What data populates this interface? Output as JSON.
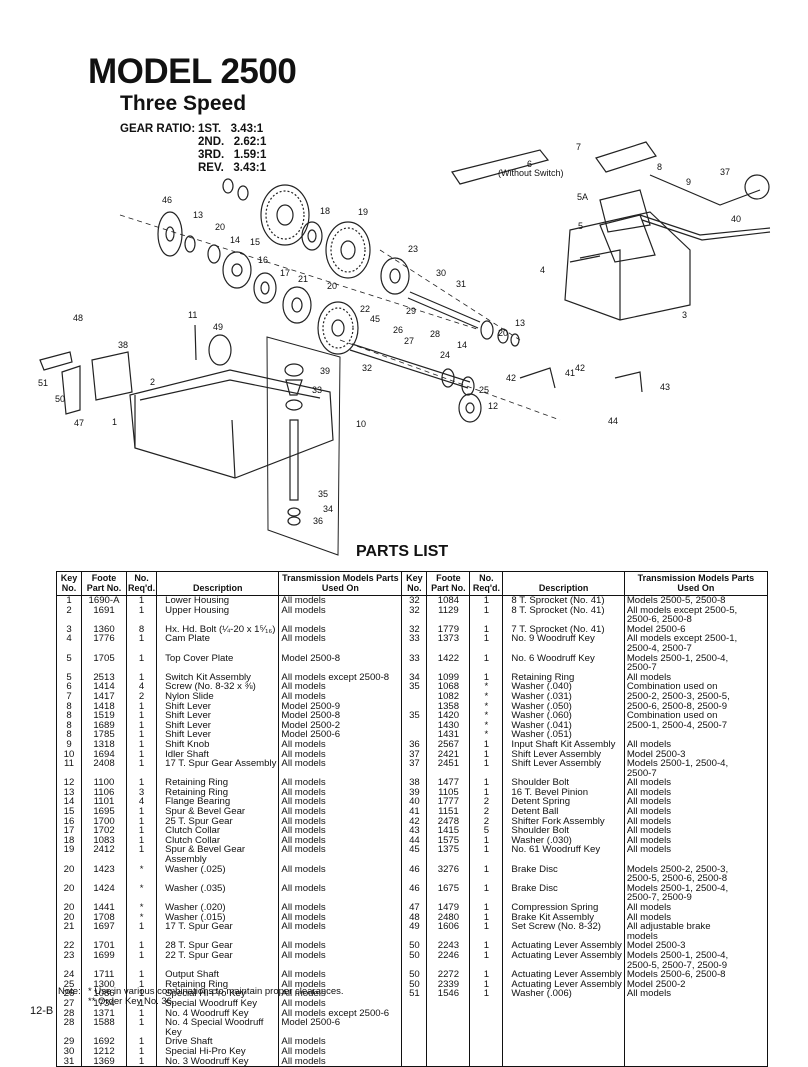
{
  "header": {
    "title": "MODEL 2500",
    "subtitle": "Three Speed",
    "gear_ratio_label": "GEAR RATIO:",
    "ratios": [
      "1ST.   3.43:1",
      "2ND.   2.62:1",
      "3RD.   1.59:1",
      "REV.   3.43:1"
    ]
  },
  "diagram": {
    "switch_note": "(Without Switch)",
    "callouts": [
      "46",
      "13",
      "20",
      "14",
      "15",
      "18",
      "19",
      "16",
      "17",
      "21",
      "20",
      "22",
      "23",
      "30",
      "31",
      "45",
      "26",
      "27",
      "28",
      "29",
      "13",
      "20",
      "14",
      "24",
      "32",
      "25",
      "12",
      "39",
      "33",
      "35",
      "34",
      "36",
      "10",
      "11",
      "49",
      "48",
      "38",
      "51",
      "50",
      "47",
      "1",
      "2",
      "3",
      "4",
      "5",
      "5A",
      "6",
      "7",
      "8",
      "9",
      "37",
      "40",
      "41",
      "42",
      "42",
      "43",
      "44"
    ]
  },
  "parts_list": {
    "title": "PARTS LIST",
    "columns": [
      "Key No.",
      "Foote Part No.",
      "No. Req'd.",
      "Description",
      "Transmission Models Parts Used On"
    ],
    "left": [
      [
        "1",
        "1690-A",
        "1",
        "Lower Housing",
        "All models"
      ],
      [
        "2",
        "1691",
        "1",
        "Upper Housing",
        "All models"
      ],
      [
        "3",
        "1360",
        "8",
        "Hx. Hd. Bolt (¼-20 x 1⁵⁄₁₆)",
        "All models"
      ],
      [
        "4",
        "1776",
        "1",
        "Cam Plate",
        "All models"
      ],
      [
        "5",
        "1705",
        "1",
        "Top Cover Plate",
        "Model 2500-8"
      ],
      [
        "5",
        "2513",
        "1",
        "Switch Kit Assembly",
        "All models except 2500-8"
      ],
      [
        "6",
        "1414",
        "4",
        "Screw (No. 8-32 x ⅜)",
        "All models"
      ],
      [
        "7",
        "1417",
        "2",
        "Nylon Slide",
        "All models"
      ],
      [
        "8",
        "1418",
        "1",
        "Shift Lever",
        "Model 2500-9"
      ],
      [
        "8",
        "1519",
        "1",
        "Shift Lever",
        "Model 2500-8"
      ],
      [
        "8",
        "1689",
        "1",
        "Shift Lever",
        "Model 2500-2"
      ],
      [
        "8",
        "1785",
        "1",
        "Shift Lever",
        "Model 2500-6"
      ],
      [
        "9",
        "1318",
        "1",
        "Shift Knob",
        "All models"
      ],
      [
        "10",
        "1694",
        "1",
        "Idler Shaft",
        "All models"
      ],
      [
        "11",
        "2408",
        "1",
        "17 T. Spur Gear Assembly",
        "All models"
      ],
      [
        "12",
        "1100",
        "1",
        "Retaining Ring",
        "All models"
      ],
      [
        "13",
        "1106",
        "3",
        "Retaining Ring",
        "All models"
      ],
      [
        "14",
        "1101",
        "4",
        "Flange Bearing",
        "All models"
      ],
      [
        "15",
        "1695",
        "1",
        "Spur & Bevel Gear",
        "All models"
      ],
      [
        "16",
        "1700",
        "1",
        "25 T. Spur Gear",
        "All models"
      ],
      [
        "17",
        "1702",
        "1",
        "Clutch Collar",
        "All models"
      ],
      [
        "18",
        "1083",
        "1",
        "Clutch Collar",
        "All models"
      ],
      [
        "19",
        "2412",
        "1",
        "Spur & Bevel Gear\nAssembly",
        "All models"
      ],
      [
        "20",
        "1423",
        "*",
        "Washer (.025)",
        "All models"
      ],
      [
        "20",
        "1424",
        "*",
        "Washer (.035)",
        "All models"
      ],
      [
        "20",
        "1441",
        "*",
        "Washer (.020)",
        "All models"
      ],
      [
        "20",
        "1708",
        "*",
        "Washer (.015)",
        "All models"
      ],
      [
        "21",
        "1697",
        "1",
        "17 T. Spur Gear",
        "All models"
      ],
      [
        "22",
        "1701",
        "1",
        "28 T. Spur Gear",
        "All models"
      ],
      [
        "23",
        "1699",
        "1",
        "22 T. Spur Gear",
        "All models"
      ],
      [
        "24",
        "1711",
        "1",
        "Output Shaft",
        "All models"
      ],
      [
        "25",
        "1300",
        "1",
        "Retaining Ring",
        "All models"
      ],
      [
        "26",
        "1086",
        "1",
        "Special Hi-Pro Key",
        "All models"
      ],
      [
        "27",
        "1734",
        "1",
        "Special Woodruff Key",
        "All models"
      ],
      [
        "28",
        "1371",
        "1",
        "No. 4 Woodruff Key",
        "All models except 2500-6"
      ],
      [
        "28",
        "1588",
        "1",
        "No. 4 Special Woodruff\nKey",
        "Model 2500-6"
      ],
      [
        "29",
        "1692",
        "1",
        "Drive Shaft",
        "All models"
      ],
      [
        "30",
        "1212",
        "1",
        "Special Hi-Pro Key",
        "All models"
      ],
      [
        "31",
        "1369",
        "1",
        "No. 3 Woodruff Key",
        "All models"
      ]
    ],
    "right": [
      [
        "32",
        "1084",
        "1",
        "8 T. Sprocket (No. 41)",
        "Models 2500-5, 2500-8"
      ],
      [
        "32",
        "1129",
        "1",
        "8 T. Sprocket (No. 41)",
        "All models except 2500-5,\n2500-6, 2500-8"
      ],
      [
        "32",
        "1779",
        "1",
        "7 T. Sprocket (No. 41)",
        "Model 2500-6"
      ],
      [
        "33",
        "1373",
        "1",
        "No. 9 Woodruff Key",
        "All models except 2500-1,\n2500-4, 2500-7"
      ],
      [
        "33",
        "1422",
        "1",
        "No. 6 Woodruff Key",
        "Models 2500-1, 2500-4,\n2500-7"
      ],
      [
        "34",
        "1099",
        "1",
        "Retaining Ring",
        "All models"
      ],
      [
        "35",
        "1068",
        "*",
        "Washer (.040)",
        "Combination used on"
      ],
      [
        "",
        "1082",
        "*",
        "Washer (.031)",
        "2500-2, 2500-3, 2500-5,"
      ],
      [
        "",
        "1358",
        "*",
        "Washer (.050)",
        "2500-6, 2500-8, 2500-9"
      ],
      [
        "35",
        "1420",
        "*",
        "Washer (.060)",
        "Combination used on"
      ],
      [
        "",
        "1430",
        "*",
        "Washer (.041)",
        "2500-1, 2500-4, 2500-7"
      ],
      [
        "",
        "1431",
        "*",
        "Washer (.051)",
        ""
      ],
      [
        "36",
        "2567",
        "1",
        "Input Shaft Kit Assembly",
        "All models"
      ],
      [
        "37",
        "2421",
        "1",
        "Shift Lever Assembly",
        "Model 2500-3"
      ],
      [
        "37",
        "2451",
        "1",
        "Shift Lever Assembly",
        "Models 2500-1, 2500-4,\n2500-7"
      ],
      [
        "38",
        "1477",
        "1",
        "Shoulder Bolt",
        "All models"
      ],
      [
        "39",
        "1105",
        "1",
        "16 T. Bevel Pinion",
        "All models"
      ],
      [
        "40",
        "1777",
        "2",
        "Detent Spring",
        "All models"
      ],
      [
        "41",
        "1151",
        "2",
        "Detent Ball",
        "All models"
      ],
      [
        "42",
        "2478",
        "2",
        "Shifter Fork Assembly",
        "All models"
      ],
      [
        "43",
        "1415",
        "5",
        "Shoulder Bolt",
        "All models"
      ],
      [
        "44",
        "1575",
        "1",
        "Washer (.030)",
        "All models"
      ],
      [
        "45",
        "1375",
        "1",
        "No. 61 Woodruff Key",
        "All models"
      ],
      [
        "46",
        "3276",
        "1",
        "Brake Disc",
        "Models 2500-2, 2500-3,\n2500-5, 2500-6, 2500-8"
      ],
      [
        "46",
        "1675",
        "1",
        "Brake Disc",
        "Models 2500-1, 2500-4,\n2500-7, 2500-9"
      ],
      [
        "47",
        "1479",
        "1",
        "Compression Spring",
        "All models"
      ],
      [
        "48",
        "2480",
        "1",
        "Brake Kit Assembly",
        "All models"
      ],
      [
        "49",
        "1606",
        "1",
        "Set Screw (No. 8-32)",
        "All adjustable brake\nmodels"
      ],
      [
        "50",
        "2243",
        "1",
        "Actuating Lever Assembly",
        "Model 2500-3"
      ],
      [
        "50",
        "2246",
        "1",
        "Actuating Lever Assembly",
        "Models 2500-1, 2500-4,\n2500-5, 2500-7, 2500-9"
      ],
      [
        "50",
        "2272",
        "1",
        "Actuating Lever Assembly",
        "Models 2500-6, 2500-8"
      ],
      [
        "50",
        "2339",
        "1",
        "Actuating Lever Assembly",
        "Model 2500-2"
      ],
      [
        "51",
        "1546",
        "1",
        "Washer (.006)",
        "All models"
      ]
    ]
  },
  "notes": {
    "label": "Note:",
    "line1": "* Use in various combinations to maintain proper clearances.",
    "line2": "** Order Key No. 36."
  },
  "page_number": "12-B"
}
